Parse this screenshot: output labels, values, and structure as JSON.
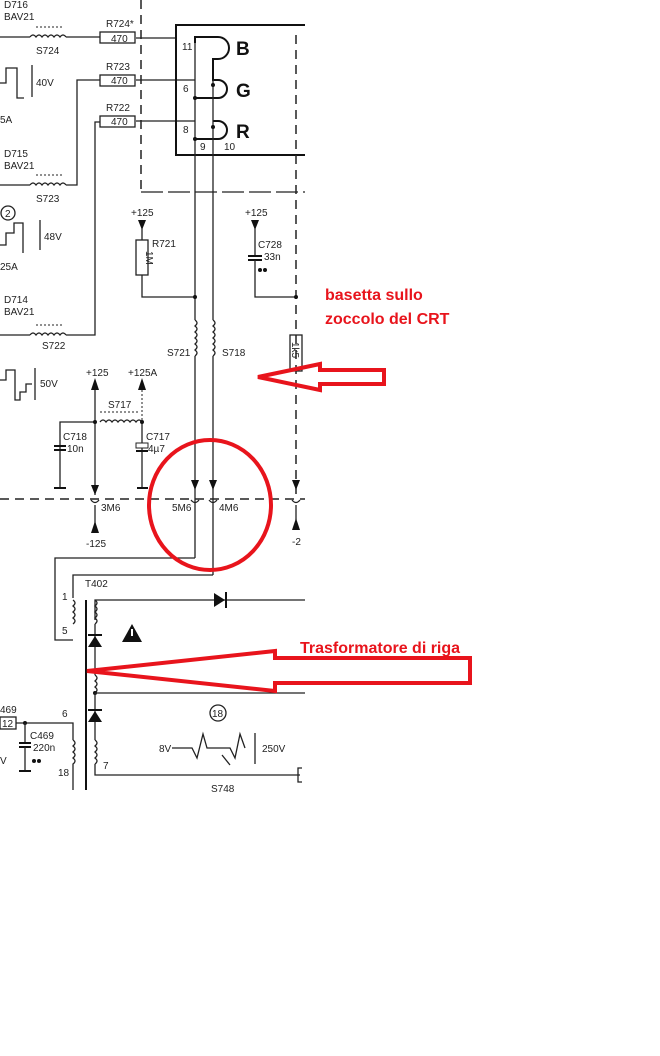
{
  "top": {
    "d716": "D716",
    "d716_type": "BAV21",
    "r724": "R724*",
    "r724_value": "470",
    "s724": "S724",
    "v40": "40V",
    "a5": "5A",
    "r723": "R723",
    "r723_value": "470",
    "r722": "R722",
    "r722_value": "470",
    "d715": "D715",
    "d715_type": "BAV21",
    "s723": "S723",
    "circ2": "2",
    "v48": "48V",
    "a25": "25A",
    "d714": "D714",
    "d714_type": "BAV21",
    "s722": "S722",
    "v50": "50V",
    "gun_b": "B",
    "gun_g": "G",
    "gun_r": "R",
    "pin11": "11",
    "pin6": "6",
    "pin8": "8",
    "pin9": "9",
    "pin10": "10",
    "r721_supply": "+125",
    "r721": "R721",
    "r721_value": "1M",
    "c728_supply": "+125",
    "c728": "C728",
    "c728_value": "33n",
    "s721": "S721",
    "s718": "S718",
    "r_1k5": "1k5"
  },
  "middle": {
    "supply1": "+125",
    "supply2": "+125A",
    "s717": "S717",
    "c718": "C718",
    "c718_value": "10n",
    "c717": "C717",
    "c717_value": "4µ7",
    "conn_3m6": "3M6",
    "conn_5m6": "5M6",
    "conn_4m6": "4M6",
    "neg125": "-125",
    "neg2": "-2"
  },
  "bottom": {
    "t402": "T402",
    "pin1": "1",
    "pin5": "5",
    "pin6": "6",
    "pin18": "18",
    "pin7": "7",
    "r469": "469",
    "r469_value": "12",
    "c469": "C469",
    "c469_value": "220n",
    "v_left": "V",
    "circ18": "18",
    "v8": "8V",
    "v250": "250V",
    "s748": "S748"
  },
  "annotations": {
    "crt_board_line1": "basetta sullo",
    "crt_board_line2": "zoccolo del CRT",
    "flyback": "Trasformatore di riga",
    "color": "#e8141c"
  }
}
